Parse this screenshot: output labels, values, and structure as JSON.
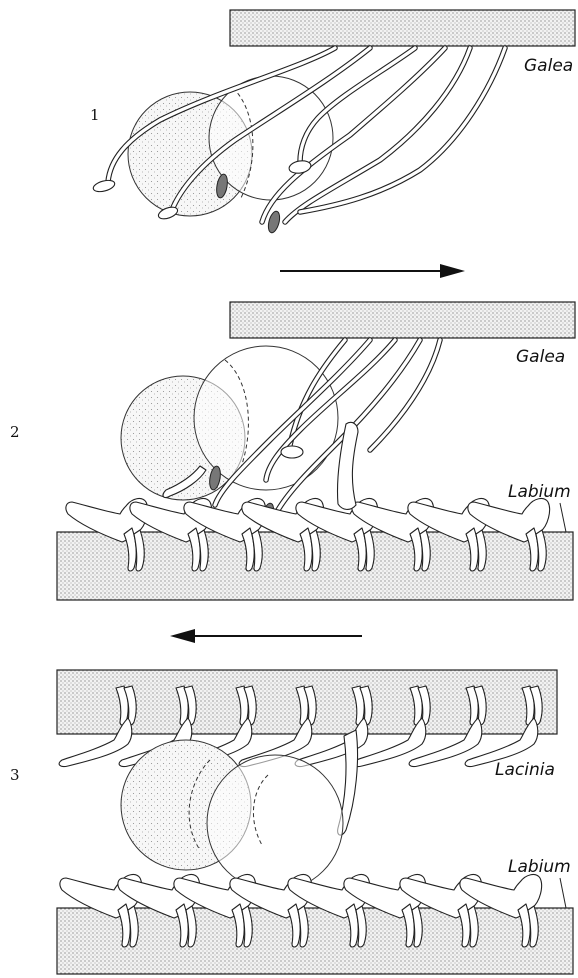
{
  "figure": {
    "panels": [
      {
        "number": "1",
        "labels": [
          "Galea"
        ]
      },
      {
        "number": "2",
        "labels": [
          "Galea",
          "Labium"
        ]
      },
      {
        "number": "3",
        "labels": [
          "Lacinia",
          "Labium"
        ]
      }
    ],
    "arrows": [
      "right",
      "left"
    ]
  }
}
